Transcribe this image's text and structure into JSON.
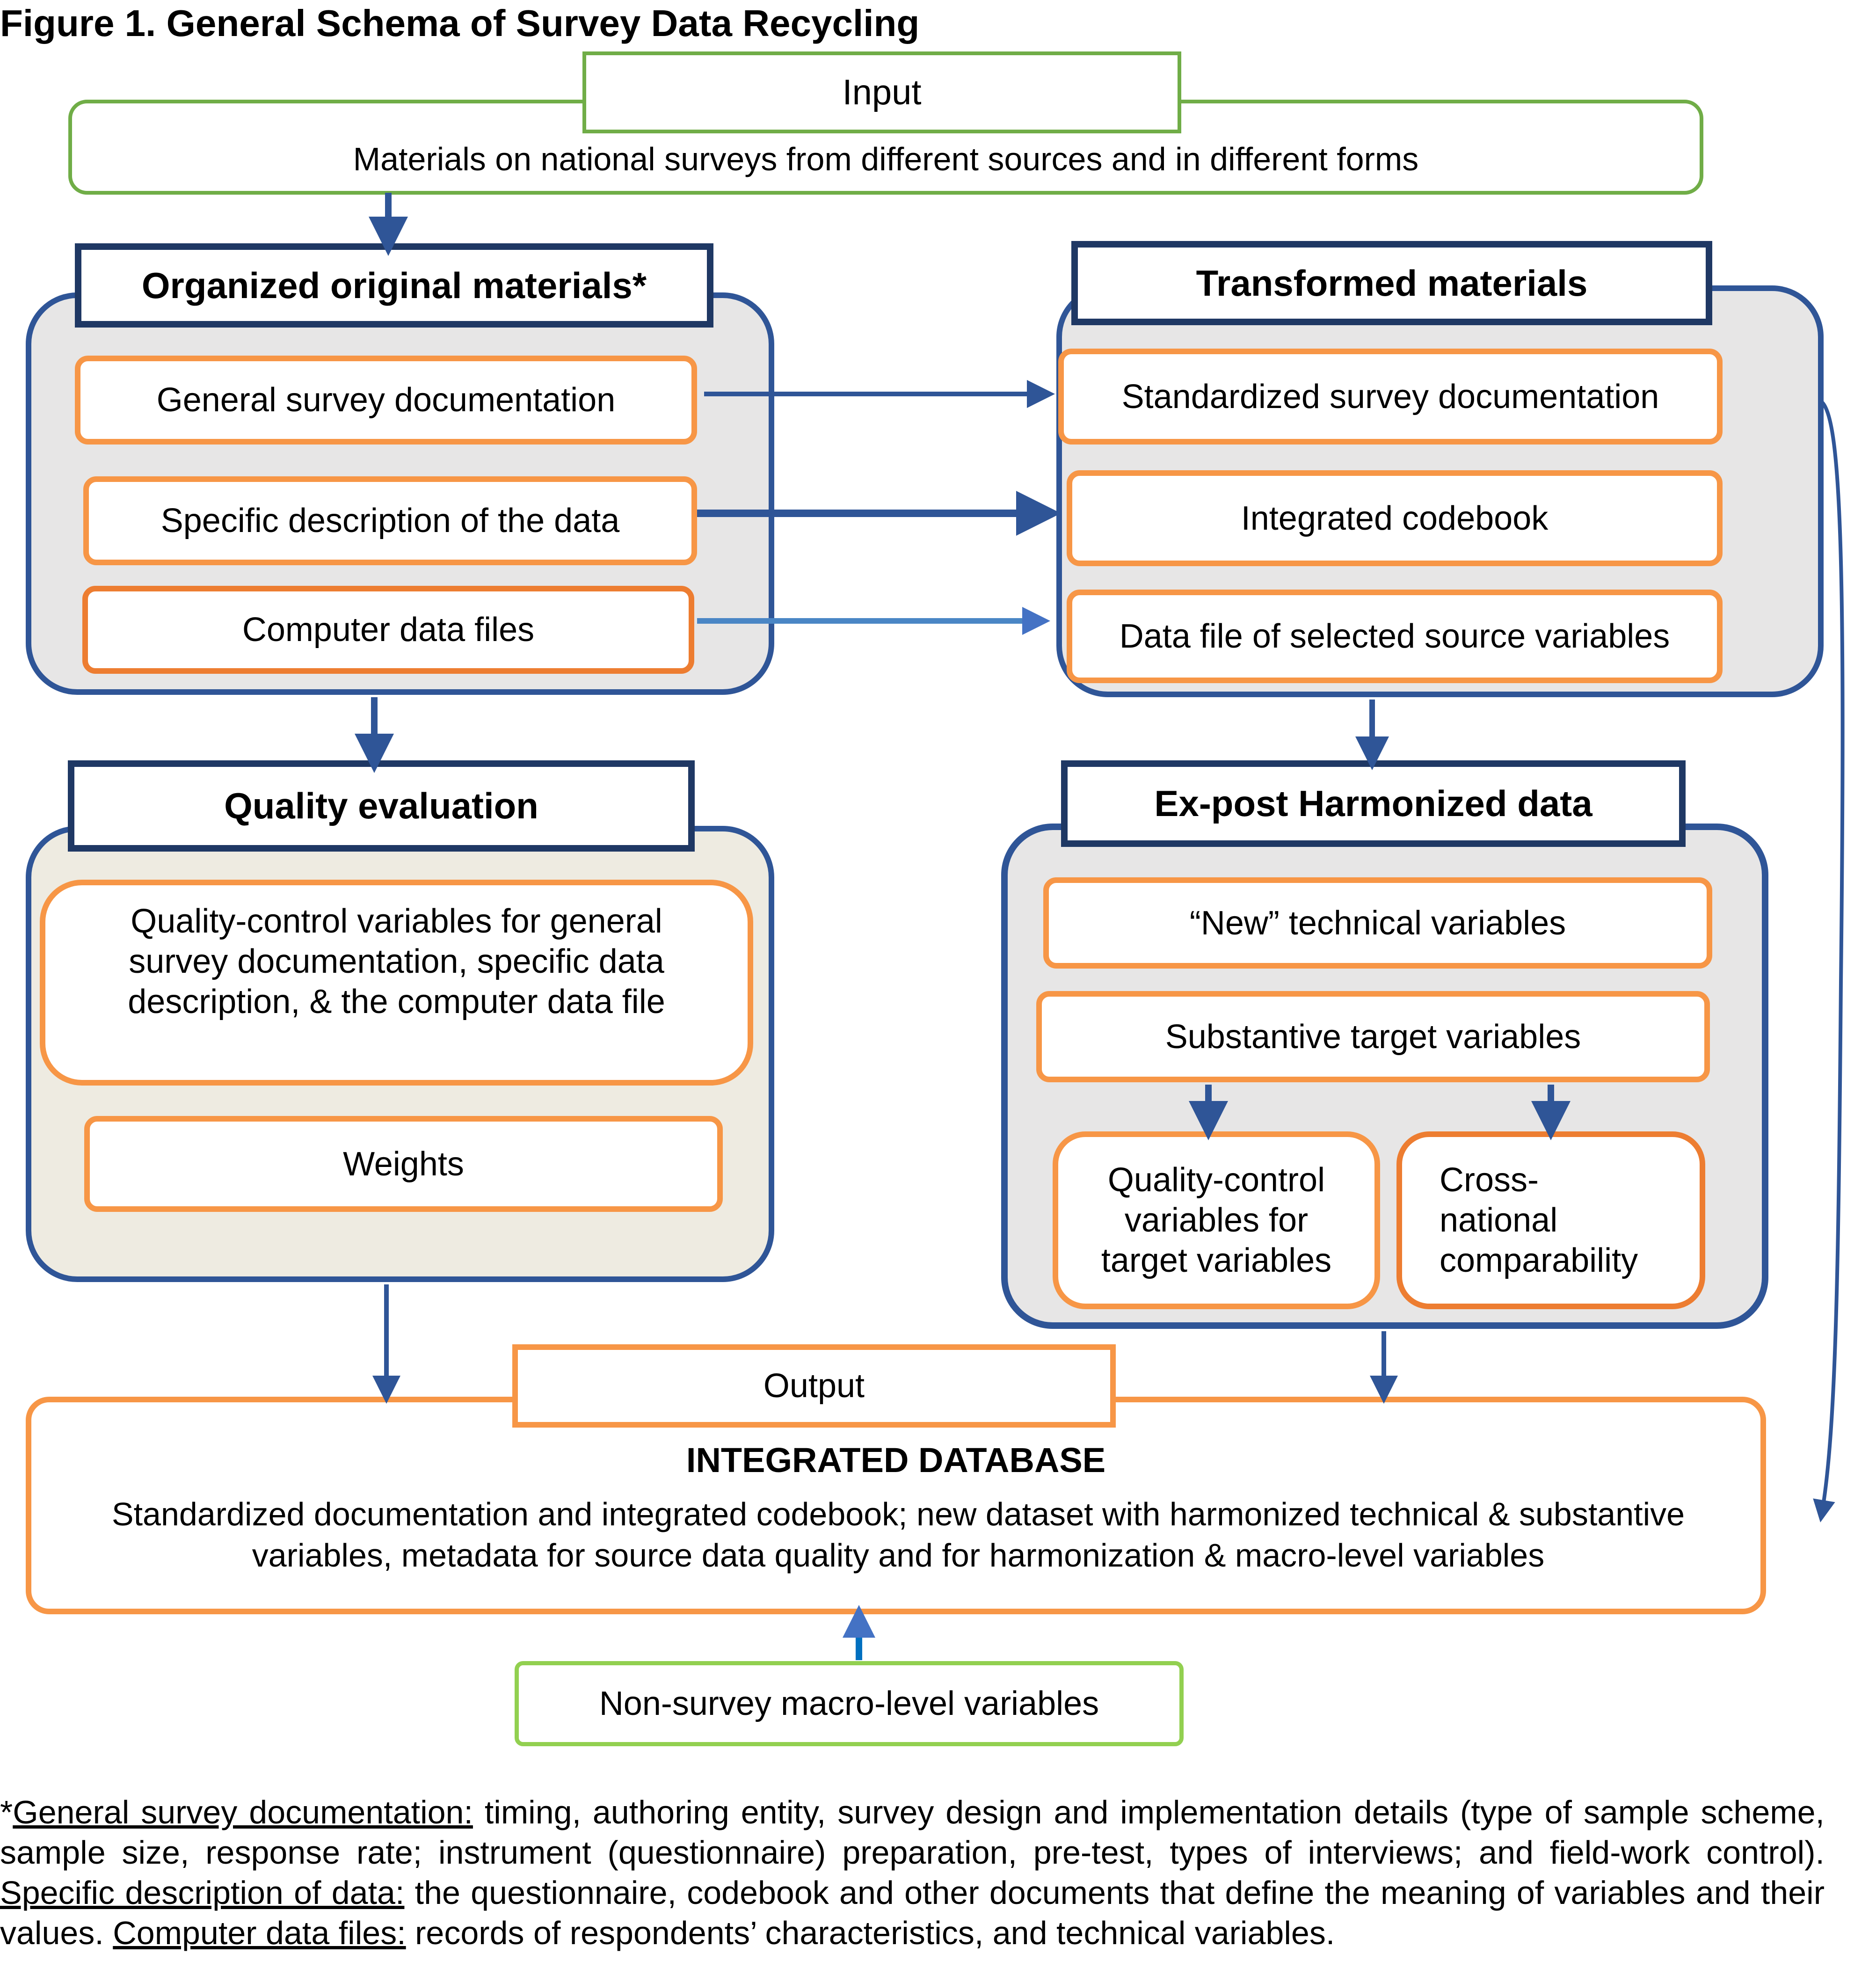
{
  "figure_title": "Figure 1. General Schema of Survey Data Recycling",
  "input": {
    "label": "Input",
    "description": "Materials on national surveys from different sources and in different forms"
  },
  "organized_original_materials": {
    "title": "Organized original materials*",
    "items": [
      "General survey documentation",
      "Specific description of the data",
      "Computer data files"
    ]
  },
  "transformed_materials": {
    "title": "Transformed materials",
    "items": [
      "Standardized survey documentation",
      "Integrated codebook",
      "Data file of selected source variables"
    ]
  },
  "quality_evaluation": {
    "title": "Quality evaluation",
    "items": [
      "Quality-control variables for general survey documentation, specific data description, & the computer data file",
      "Weights"
    ]
  },
  "ex_post_harmonized_data": {
    "title": "Ex-post Harmonized data",
    "items": [
      "“New” technical variables",
      "Substantive target variables"
    ],
    "sub_items": [
      "Quality-control variables for target variables",
      "Cross-national comparability"
    ]
  },
  "output": {
    "label": "Output",
    "heading": "INTEGRATED DATABASE",
    "description": "Standardized documentation and integrated codebook; new dataset with harmonized technical & substantive variables, metadata for source data quality and for harmonization & macro-level variables"
  },
  "non_survey": {
    "label": "Non-survey macro-level variables"
  },
  "footnote": {
    "star": "*",
    "term1": "General survey documentation:",
    "text1": " timing, authoring entity, survey design and implementation details (type of sample scheme, sample size, response rate; instrument (questionnaire) preparation, pre-test, types of interviews; and field-work control). ",
    "term2": "Specific description of data:",
    "text2": " the questionnaire, codebook and other documents that define the meaning of variables and their values. ",
    "term3": "Computer data files:",
    "text3": " records of respondents’ characteristics, and technical variables."
  },
  "colors": {
    "container_border": "#2F5597",
    "header_border": "#1F3864",
    "item_border": "#F79646",
    "item_border_dark": "#ED7D31",
    "input_border": "#70AD47",
    "nonsurvey_border": "#92D050",
    "grey_fill": "#E7E6E6",
    "beige_fill": "#EEEBE1",
    "arrow": "#2F5597"
  }
}
